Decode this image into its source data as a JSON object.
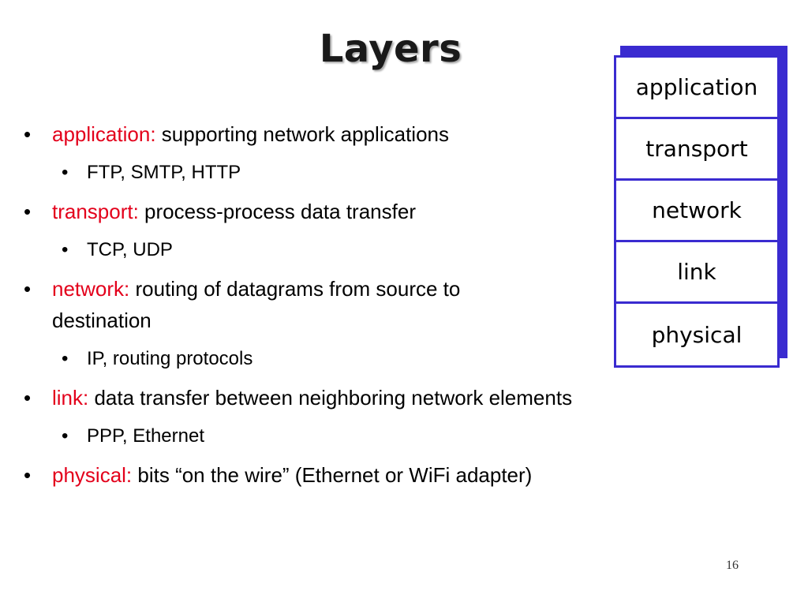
{
  "slide": {
    "title": "Layers",
    "page_number": "16"
  },
  "bullets": [
    {
      "key": "application:",
      "text": " supporting network applications",
      "sub": "FTP, SMTP, HTTP"
    },
    {
      "key": "transport:",
      "text": " process-process data transfer",
      "sub": "TCP, UDP"
    },
    {
      "key": "network:",
      "text": " routing of datagrams from source to destination",
      "sub": "IP, routing protocols"
    },
    {
      "key": "link:",
      "text": " data transfer between neighboring  network elements",
      "sub": "PPP, Ethernet"
    },
    {
      "key": "physical:",
      "text": " bits “on the wire”  (Ethernet or WiFi adapter)",
      "sub": ""
    }
  ],
  "stack": {
    "layers": [
      "application",
      "transport",
      "network",
      "link",
      "physical"
    ],
    "border_color": "#3a2bd0"
  },
  "colors": {
    "keyword": "#e3001b"
  }
}
